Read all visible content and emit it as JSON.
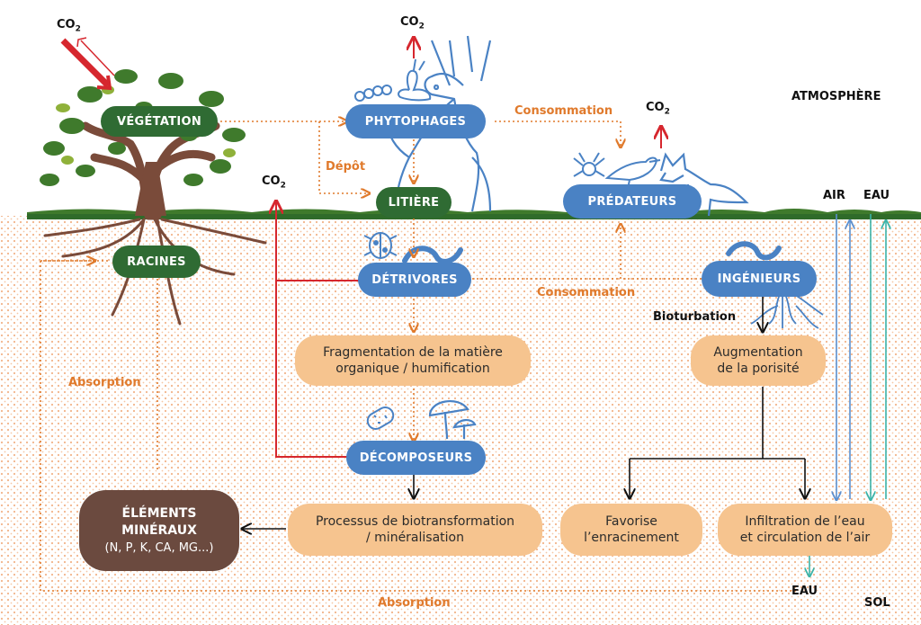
{
  "nodes": {
    "vegetation": "VÉGÉTATION",
    "phytophages": "PHYTOPHAGES",
    "litiere": "LITIÈRE",
    "predateurs": "PRÉDATEURS",
    "racines": "RACINES",
    "detrivores": "DÉTRIVORES",
    "ingenieurs": "INGÉNIEURS",
    "decomposeurs": "DÉCOMPOSEURS",
    "fragmentation_line1": "Fragmentation de la matière",
    "fragmentation_line2": "organique / humification",
    "porosite_line1": "Augmentation",
    "porosite_line2": "de la porisité",
    "biotransformation_line1": "Processus de biotransformation",
    "biotransformation_line2": "/ minéralisation",
    "enracinement_line1": "Favorise",
    "enracinement_line2": "l’enracinement",
    "infiltration_line1": "Infiltration de l’eau",
    "infiltration_line2": "et circulation de l’air",
    "elements_line1": "ÉLÉMENTS",
    "elements_line2": "MINÉRAUX",
    "elements_line3": "(N, P, K, CA, MG...)"
  },
  "labels": {
    "consommation_top": "Consommation",
    "consommation_bottom": "Consommation",
    "depot": "Dépôt",
    "absorption_left": "Absorption",
    "absorption_bottom": "Absorption",
    "bioturbation": "Bioturbation",
    "atmosphere": "ATMOSPHÈRE",
    "air": "AIR",
    "eau_top": "EAU",
    "eau_bottom": "EAU",
    "sol": "SOL",
    "co2_base": "CO",
    "co2_sub": "2"
  },
  "colors": {
    "green": "#2f6b33",
    "blue": "#4a82c4",
    "orange_box": "#f6c48f",
    "orange_text": "#e07a2c",
    "brown": "#6b4a3f",
    "red": "#d6272e",
    "teal": "#3bb3a8",
    "air_blue": "#5b8fcf"
  },
  "icons": [
    "tree-icon",
    "deer-icon",
    "rabbit-icon",
    "caterpillar-icon",
    "fox-icon",
    "bird-icon",
    "spider-icon",
    "ladybug-icon",
    "worm-icon",
    "mushroom-icon",
    "bacteria-icon",
    "roots-icon"
  ]
}
